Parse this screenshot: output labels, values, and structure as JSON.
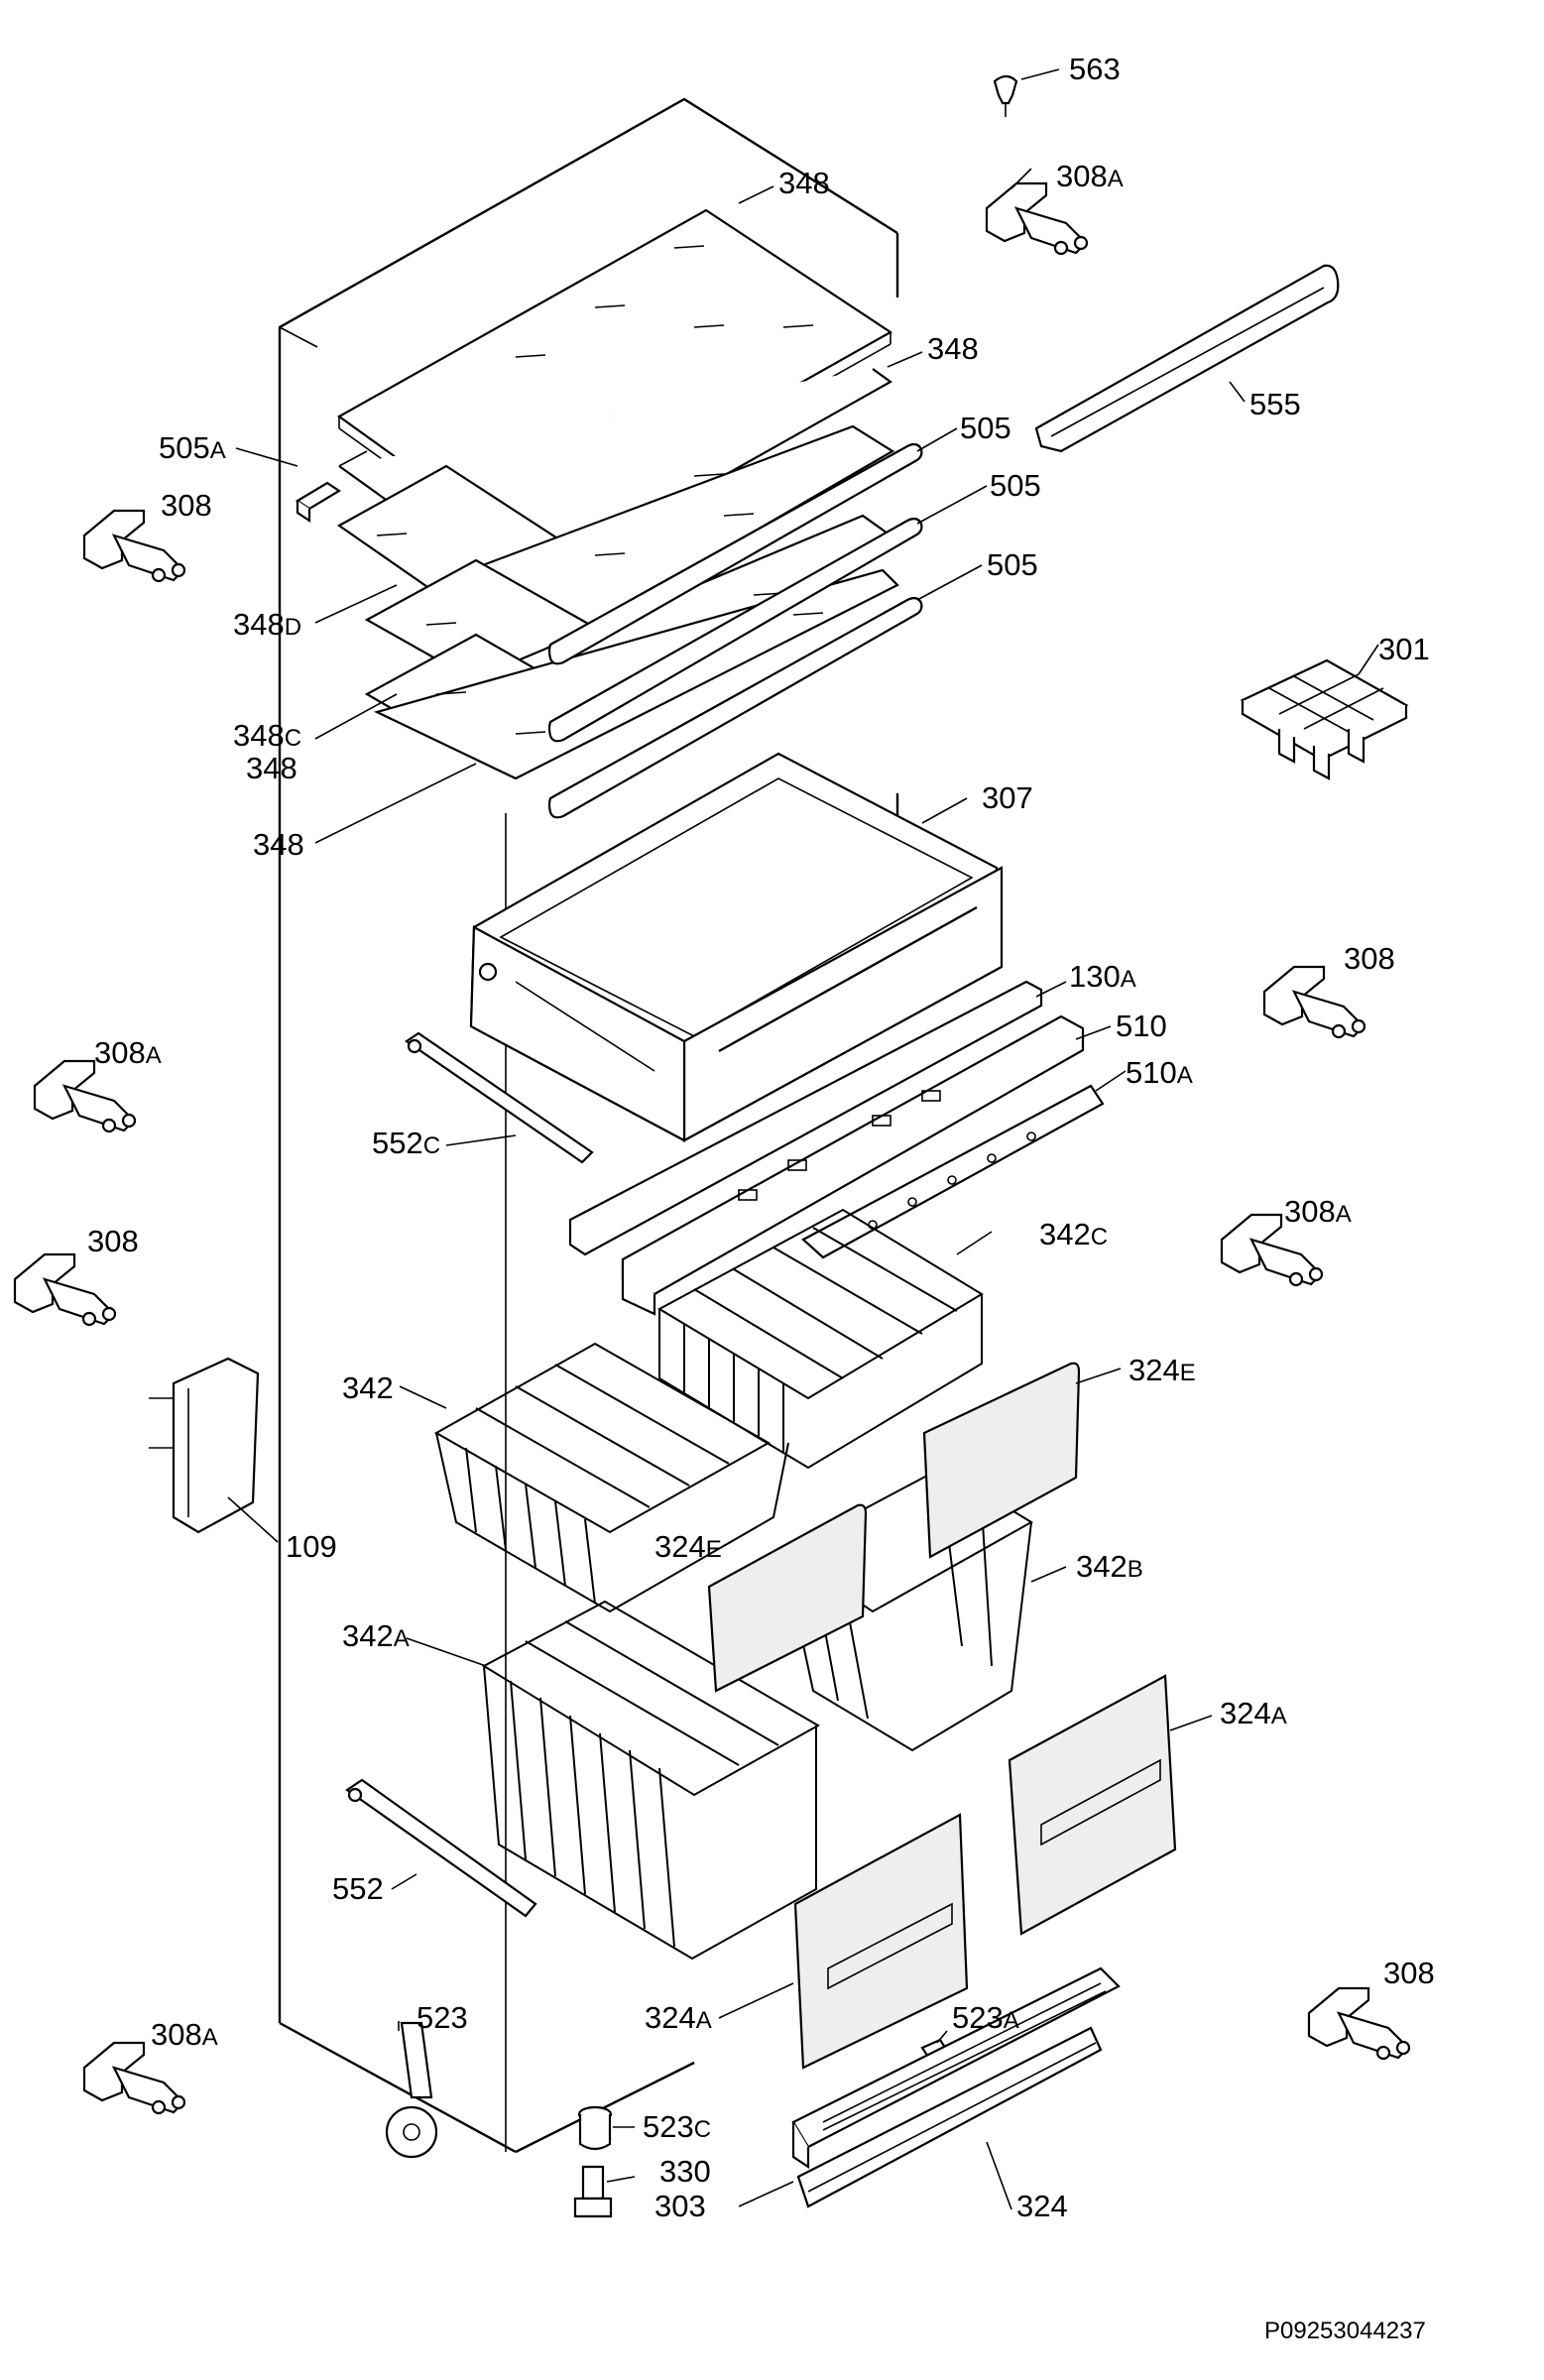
{
  "diagram": {
    "reference": "P09253044237",
    "labels": [
      {
        "id": "l563",
        "num": "563",
        "suffix": ""
      },
      {
        "id": "l308Atop",
        "num": "308",
        "suffix": "A"
      },
      {
        "id": "l348a",
        "num": "348",
        "suffix": ""
      },
      {
        "id": "l348b",
        "num": "348",
        "suffix": ""
      },
      {
        "id": "l555",
        "num": "555",
        "suffix": ""
      },
      {
        "id": "l505A",
        "num": "505",
        "suffix": "A"
      },
      {
        "id": "l505a",
        "num": "505",
        "suffix": ""
      },
      {
        "id": "l505b",
        "num": "505",
        "suffix": ""
      },
      {
        "id": "l505c",
        "num": "505",
        "suffix": ""
      },
      {
        "id": "l308L1",
        "num": "308",
        "suffix": ""
      },
      {
        "id": "l348D",
        "num": "348",
        "suffix": "D"
      },
      {
        "id": "l348C",
        "num": "348",
        "suffix": "C"
      },
      {
        "id": "l348c",
        "num": "348",
        "suffix": ""
      },
      {
        "id": "l348d",
        "num": "348",
        "suffix": ""
      },
      {
        "id": "l301",
        "num": "301",
        "suffix": ""
      },
      {
        "id": "l307",
        "num": "307",
        "suffix": ""
      },
      {
        "id": "l308R1",
        "num": "308",
        "suffix": ""
      },
      {
        "id": "l130A",
        "num": "130",
        "suffix": "A"
      },
      {
        "id": "l510",
        "num": "510",
        "suffix": ""
      },
      {
        "id": "l510A",
        "num": "510",
        "suffix": "A"
      },
      {
        "id": "l308AL",
        "num": "308",
        "suffix": "A"
      },
      {
        "id": "l552C",
        "num": "552",
        "suffix": "C"
      },
      {
        "id": "l308AR",
        "num": "308",
        "suffix": "A"
      },
      {
        "id": "l308L2",
        "num": "308",
        "suffix": ""
      },
      {
        "id": "l342C",
        "num": "342",
        "suffix": "C"
      },
      {
        "id": "l342",
        "num": "342",
        "suffix": ""
      },
      {
        "id": "l324E1",
        "num": "324",
        "suffix": "E"
      },
      {
        "id": "l109",
        "num": "109",
        "suffix": ""
      },
      {
        "id": "l324E2",
        "num": "324",
        "suffix": "E"
      },
      {
        "id": "l342B",
        "num": "342",
        "suffix": "B"
      },
      {
        "id": "l342A",
        "num": "342",
        "suffix": "A"
      },
      {
        "id": "l324A1",
        "num": "324",
        "suffix": "A"
      },
      {
        "id": "l552",
        "num": "552",
        "suffix": ""
      },
      {
        "id": "l523",
        "num": "523",
        "suffix": ""
      },
      {
        "id": "l523A",
        "num": "523",
        "suffix": "A"
      },
      {
        "id": "l324A2",
        "num": "324",
        "suffix": "A"
      },
      {
        "id": "l308R2",
        "num": "308",
        "suffix": ""
      },
      {
        "id": "l308ALb",
        "num": "308",
        "suffix": "A"
      },
      {
        "id": "l523C",
        "num": "523",
        "suffix": "C"
      },
      {
        "id": "l330",
        "num": "330",
        "suffix": ""
      },
      {
        "id": "l303",
        "num": "303",
        "suffix": ""
      },
      {
        "id": "l324",
        "num": "324",
        "suffix": ""
      }
    ]
  }
}
